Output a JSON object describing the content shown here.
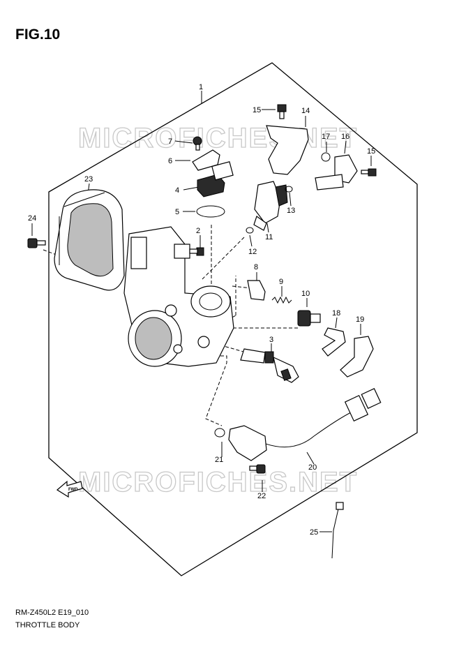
{
  "figure": {
    "title": "FIG.10",
    "code": "RM-Z450L2 E19_010",
    "caption": "THROTTLE BODY",
    "watermark": "MICROFICHES.NET",
    "fwd_label": "FWD"
  },
  "callouts": [
    "1",
    "2",
    "3",
    "4",
    "5",
    "6",
    "7",
    "8",
    "9",
    "10",
    "11",
    "12",
    "13",
    "14",
    "15",
    "16",
    "17",
    "18",
    "19",
    "20",
    "21",
    "22",
    "23",
    "24",
    "25",
    "15"
  ]
}
